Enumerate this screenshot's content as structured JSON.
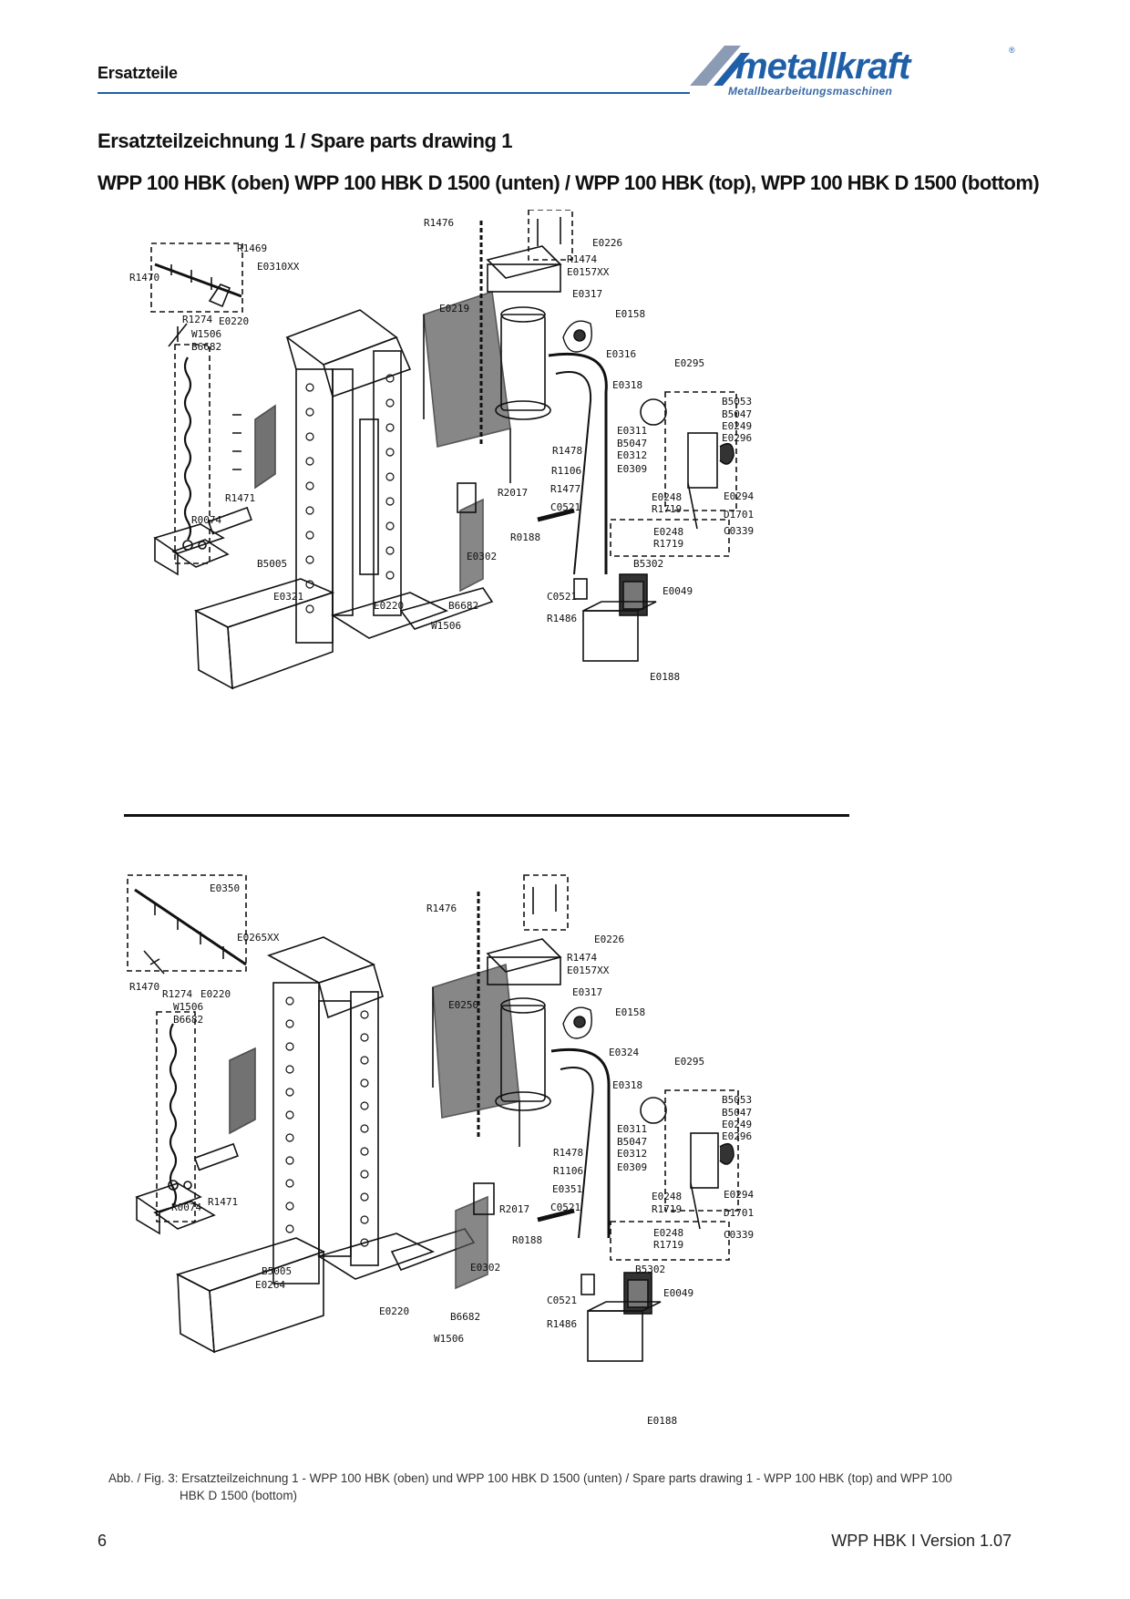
{
  "header": {
    "section": "Ersatzteile",
    "brand": "metallkraft",
    "brand_tagline": "Metallbearbeitungsmaschinen",
    "accent_color": "#1f5fa8"
  },
  "heading": {
    "title": "Ersatzteilzeichnung 1 / Spare parts drawing 1",
    "subtitle": "WPP 100 HBK (oben) WPP 100 HBK D 1500 (unten) / WPP 100 HBK (top), WPP 100 HBK D 1500 (bottom)"
  },
  "drawing_top": {
    "labels": [
      "R1476",
      "E0226",
      "R1469",
      "R1474",
      "E0157XX",
      "E0310XX",
      "R1470",
      "E0317",
      "E0219",
      "E0158",
      "R1274",
      "E0220",
      "W1506",
      "B6682",
      "E0316",
      "E0295",
      "E0318",
      "B5053",
      "B5047",
      "E0249",
      "E0311",
      "E0296",
      "B5047",
      "E0312",
      "R1478",
      "E0309",
      "R1106",
      "R1471",
      "R1477",
      "E0248",
      "E0294",
      "C0521",
      "R1719",
      "D1701",
      "E0302",
      "R0074",
      "R0188",
      "E0248",
      "C0339",
      "R1719",
      "B5005",
      "B5302",
      "E0321",
      "E0049",
      "C0521",
      "E0220",
      "B6682",
      "R1486",
      "W1506",
      "E0188",
      "R2017"
    ]
  },
  "drawing_bottom": {
    "labels": [
      "E0350",
      "R1476",
      "E0226",
      "E0265XX",
      "R1474",
      "E0157XX",
      "R1470",
      "E0317",
      "R1274",
      "E0220",
      "E0250",
      "E0158",
      "W1506",
      "B6682",
      "E0324",
      "E0295",
      "E0318",
      "B5053",
      "B5047",
      "E0249",
      "E0311",
      "E0296",
      "B5047",
      "E0312",
      "R1478",
      "E0309",
      "R1106",
      "R1471",
      "E0351",
      "E0248",
      "E0294",
      "C0521",
      "R1719",
      "D1701",
      "R0074",
      "E0302",
      "R0188",
      "E0248",
      "C0339",
      "R1719",
      "B5005",
      "B5302",
      "E0264",
      "E0049",
      "C0521",
      "E0220",
      "B6682",
      "R1486",
      "W1506",
      "E0188",
      "R2017"
    ]
  },
  "footer": {
    "caption_line1": "Abb. / Fig. 3: Ersatzteilzeichnung 1 - WPP 100 HBK (oben) und WPP 100 HBK D 1500 (unten) / Spare parts drawing 1 - WPP 100 HBK (top) and WPP 100",
    "caption_line2": "HBK D 1500 (bottom)",
    "page_number": "6",
    "version": "WPP HBK I Version 1.07"
  }
}
